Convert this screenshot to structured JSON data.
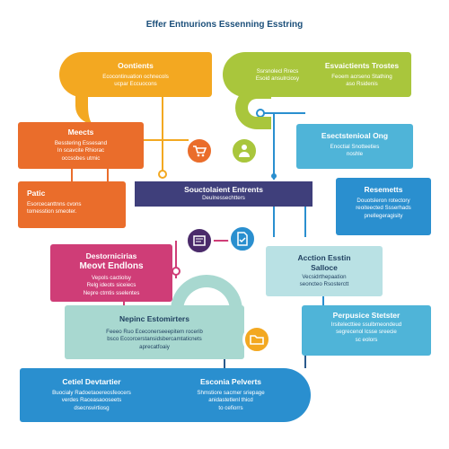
{
  "title": "Effer Entnurions Essenning Esstring",
  "colors": {
    "orange": "#f3a821",
    "green": "#a9c63c",
    "red_orange": "#ea6d2b",
    "light_blue": "#4fb4d8",
    "purple": "#3f3f7b",
    "pink": "#cf3d77",
    "mint": "#a8d8d0",
    "blue": "#2a8fcf",
    "navy": "#2a5a8c"
  },
  "nodes": {
    "top_left": {
      "heading": "Oontients",
      "body": "Ecocontinuation ochnecols\nucpar Eccuocons"
    },
    "top_right": {
      "heading": "Esvaictients Trostes",
      "body": "Feoem acrseno Stathing\naso Rsidenis",
      "left_text": "Ssrsnolecl Rrecs\nEsoid ansulrciosy"
    },
    "meets": {
      "heading": "Meects",
      "body": "Besstering Essesand\nIn scavcite Rhiorac\noccsobes utmic"
    },
    "right_mid": {
      "heading": "Esectstenioal Ong",
      "body": "Enoctial Snotteeties\nnoshle"
    },
    "patic": {
      "heading": "Patic",
      "body": "Esorcecanttnns cvons\ntomesstion smeoter."
    },
    "center_band": {
      "heading": "Souctolaient Entrents",
      "body": "Deulnessechtters"
    },
    "resemetts": {
      "heading": "Resemetts",
      "body": "Douotsleron rotectory\nreoiteected Ssserhads\npnellegeragisity"
    },
    "destorn": {
      "heading": "Destornicirias",
      "body": ""
    },
    "meovt": {
      "heading": "Meovt Endlons",
      "body": "Vepols cactiolsy\nRelg ideots siceiecs\nNepre ctmtis sselentes"
    },
    "acction": {
      "heading": "Acction Esstin",
      "body": "Vecsidrthepaation\nseoncteo Rsosterctt"
    },
    "salloce": {
      "heading": "Salloce",
      "body": ""
    },
    "nepinc": {
      "heading": "Nepinc Estomirters",
      "body": "Feeeo Ruo Ececonerseeepitem rocerib\nbsco Eccorcerstansidsbercamtaticnets\naprecatfoaiy"
    },
    "perpusice": {
      "heading": "Perpusice Stetster",
      "body": "Irsitelecttiee ssulbmeondeud\nsegrecenol lcsse sreecie\nsc eolors"
    },
    "cetiel": {
      "heading": "Cetiel Devtartier",
      "body": "Buocialy Radoetaoereosfeocers\nverdes Raceasaooseets\ndsecnsvirtiosg"
    },
    "esconia": {
      "heading": "Esconia Pelverts",
      "body": "Shmstiore sacmer sriepage\nanidastetlenl thicd\nto cefiorrs"
    }
  },
  "icons": [
    "cart-icon",
    "person-icon",
    "document-icon",
    "document-check-icon",
    "folder-icon"
  ]
}
